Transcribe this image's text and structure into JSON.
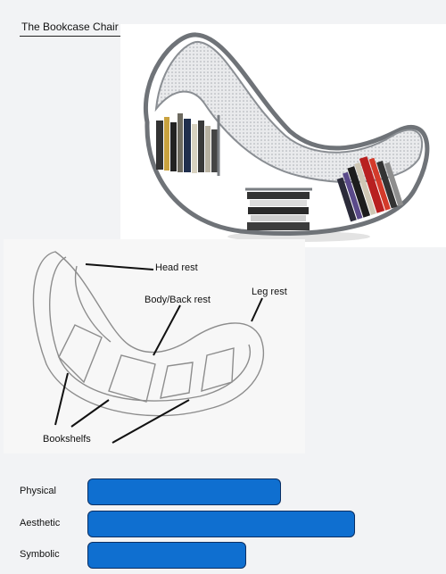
{
  "title": "The Bookcase Chair",
  "photo": {
    "alt": ""
  },
  "sketch": {
    "labels": {
      "head_rest": "Head rest",
      "body_back_rest": "Body/Back rest",
      "leg_rest": "Leg rest",
      "bookshelfs": "Bookshelfs"
    }
  },
  "ratings": {
    "color": "#0f6fd0",
    "max": 100,
    "items": [
      {
        "label": "Physical",
        "value": 72
      },
      {
        "label": "Aesthetic",
        "value": 100
      },
      {
        "label": "Symbolic",
        "value": 59
      }
    ]
  }
}
